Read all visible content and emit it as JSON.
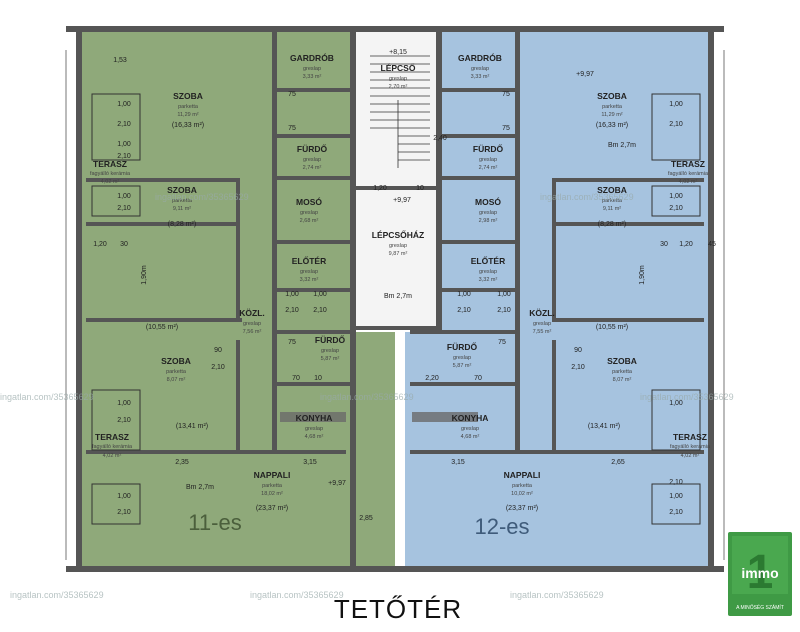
{
  "title": "TETŐTÉR",
  "colors": {
    "unit11": "#8fa97a",
    "unit12": "#a6c3df",
    "logo": "#3f9a45"
  },
  "units": [
    {
      "label": "11-es"
    },
    {
      "label": "12-es"
    }
  ],
  "logo": {
    "text": "immo",
    "digit": "1",
    "tagline": "A MINŐSÉG SZÁMÍT"
  },
  "watermark": "ingatlan.com/35365629",
  "rooms": {
    "left": [
      {
        "name": "SZOBA",
        "line1": "parketta",
        "line2": "11,29 m²",
        "line3": "(16,33 m²)"
      },
      {
        "name": "GARDRÓB",
        "line1": "greslap",
        "line2": "3,33 m²"
      },
      {
        "name": "TERASZ",
        "line1": "fagyálló kerámia",
        "line2": "4,02 m²"
      },
      {
        "name": "FÜRDŐ",
        "line1": "greslap",
        "line2": "2,74 m²"
      },
      {
        "name": "SZOBA",
        "line1": "parketta",
        "line2": "9,11 m²",
        "line3": "(8,28 m²)"
      },
      {
        "name": "MOSÓ",
        "line1": "greslap",
        "line2": "2,68 m²"
      },
      {
        "name": "ELŐTÉR",
        "line1": "greslap",
        "line2": "3,32 m²"
      },
      {
        "name": "KÖZL.",
        "line1": "greslap",
        "line2": "7,56 m²"
      },
      {
        "name": "FÜRDŐ",
        "line1": "greslap",
        "line2": "5,87 m²"
      },
      {
        "name": "SZOBA",
        "line1": "parketta",
        "line2": "8,07 m²"
      },
      {
        "name": "TERASZ",
        "line1": "fagyálló kerámia",
        "line2": "4,02 m²"
      },
      {
        "name": "KONYHA",
        "line1": "greslap",
        "line2": "4,68 m²"
      },
      {
        "name": "NAPPALI",
        "line1": "parketta",
        "line2": "18,02 m²",
        "line3": "(23,37 m²)"
      }
    ],
    "center": [
      {
        "name": "LÉPCSŐ",
        "line1": "greslap",
        "line2": "2,70 m²"
      },
      {
        "name": "LÉPCSŐHÁZ",
        "line1": "greslap",
        "line2": "9,87 m²"
      }
    ],
    "right": [
      {
        "name": "GARDRÓB",
        "line1": "greslap",
        "line2": "3,33 m²"
      },
      {
        "name": "SZOBA",
        "line1": "parketta",
        "line2": "11,29 m²",
        "line3": "(16,33 m²)"
      },
      {
        "name": "FÜRDŐ",
        "line1": "greslap",
        "line2": "2,74 m²"
      },
      {
        "name": "TERASZ",
        "line1": "fagyálló kerámia",
        "line2": "4,02 m²"
      },
      {
        "name": "MOSÓ",
        "line1": "greslap",
        "line2": "2,98 m²"
      },
      {
        "name": "SZOBA",
        "line1": "parketta",
        "line2": "9,11 m²",
        "line3": "(8,28 m²)"
      },
      {
        "name": "ELŐTÉR",
        "line1": "greslap",
        "line2": "3,32 m²"
      },
      {
        "name": "KÖZL.",
        "line1": "greslap",
        "line2": "7,55 m²"
      },
      {
        "name": "FÜRDŐ",
        "line1": "greslap",
        "line2": "5,87 m²"
      },
      {
        "name": "SZOBA",
        "line1": "parketta",
        "line2": "8,07 m²"
      },
      {
        "name": "KONYHA",
        "line1": "greslap",
        "line2": "4,68 m²"
      },
      {
        "name": "TERASZ",
        "line1": "fagyálló kerámia",
        "line2": "4,02 m²"
      },
      {
        "name": "NAPPALI",
        "line1": "parketta",
        "line2": "10,02 m²",
        "line3": "(23,37 m²)"
      }
    ]
  },
  "labels": {
    "area_a": "(10,55 m²)",
    "area_b": "(10,55 m²)",
    "area_c": "(13,41 m²)",
    "area_d": "(13,41 m²)",
    "bm_top_right": "Bm 2,7m",
    "bm_center": "Bm 2,7m",
    "bm_bottom_left": "Bm 2,7m",
    "elev_top_center": "+8,15",
    "elev_top_right": "+9,97",
    "elev_center": "+9,97",
    "elev_bottom_left": "+9,97",
    "height_left": "1,90m",
    "height_right": "1,90m"
  },
  "dims": {
    "d153": "1,53",
    "d100": "1,00",
    "d210": "2,10",
    "d90": "90",
    "d75": "75",
    "d10": "10",
    "d30": "30",
    "d70": "70",
    "d120": "1,20",
    "d235": "2,35",
    "d315": "3,15",
    "d265": "2,65",
    "d285": "2,85",
    "d240": "2,40",
    "d45": "45",
    "d220": "2,20"
  }
}
